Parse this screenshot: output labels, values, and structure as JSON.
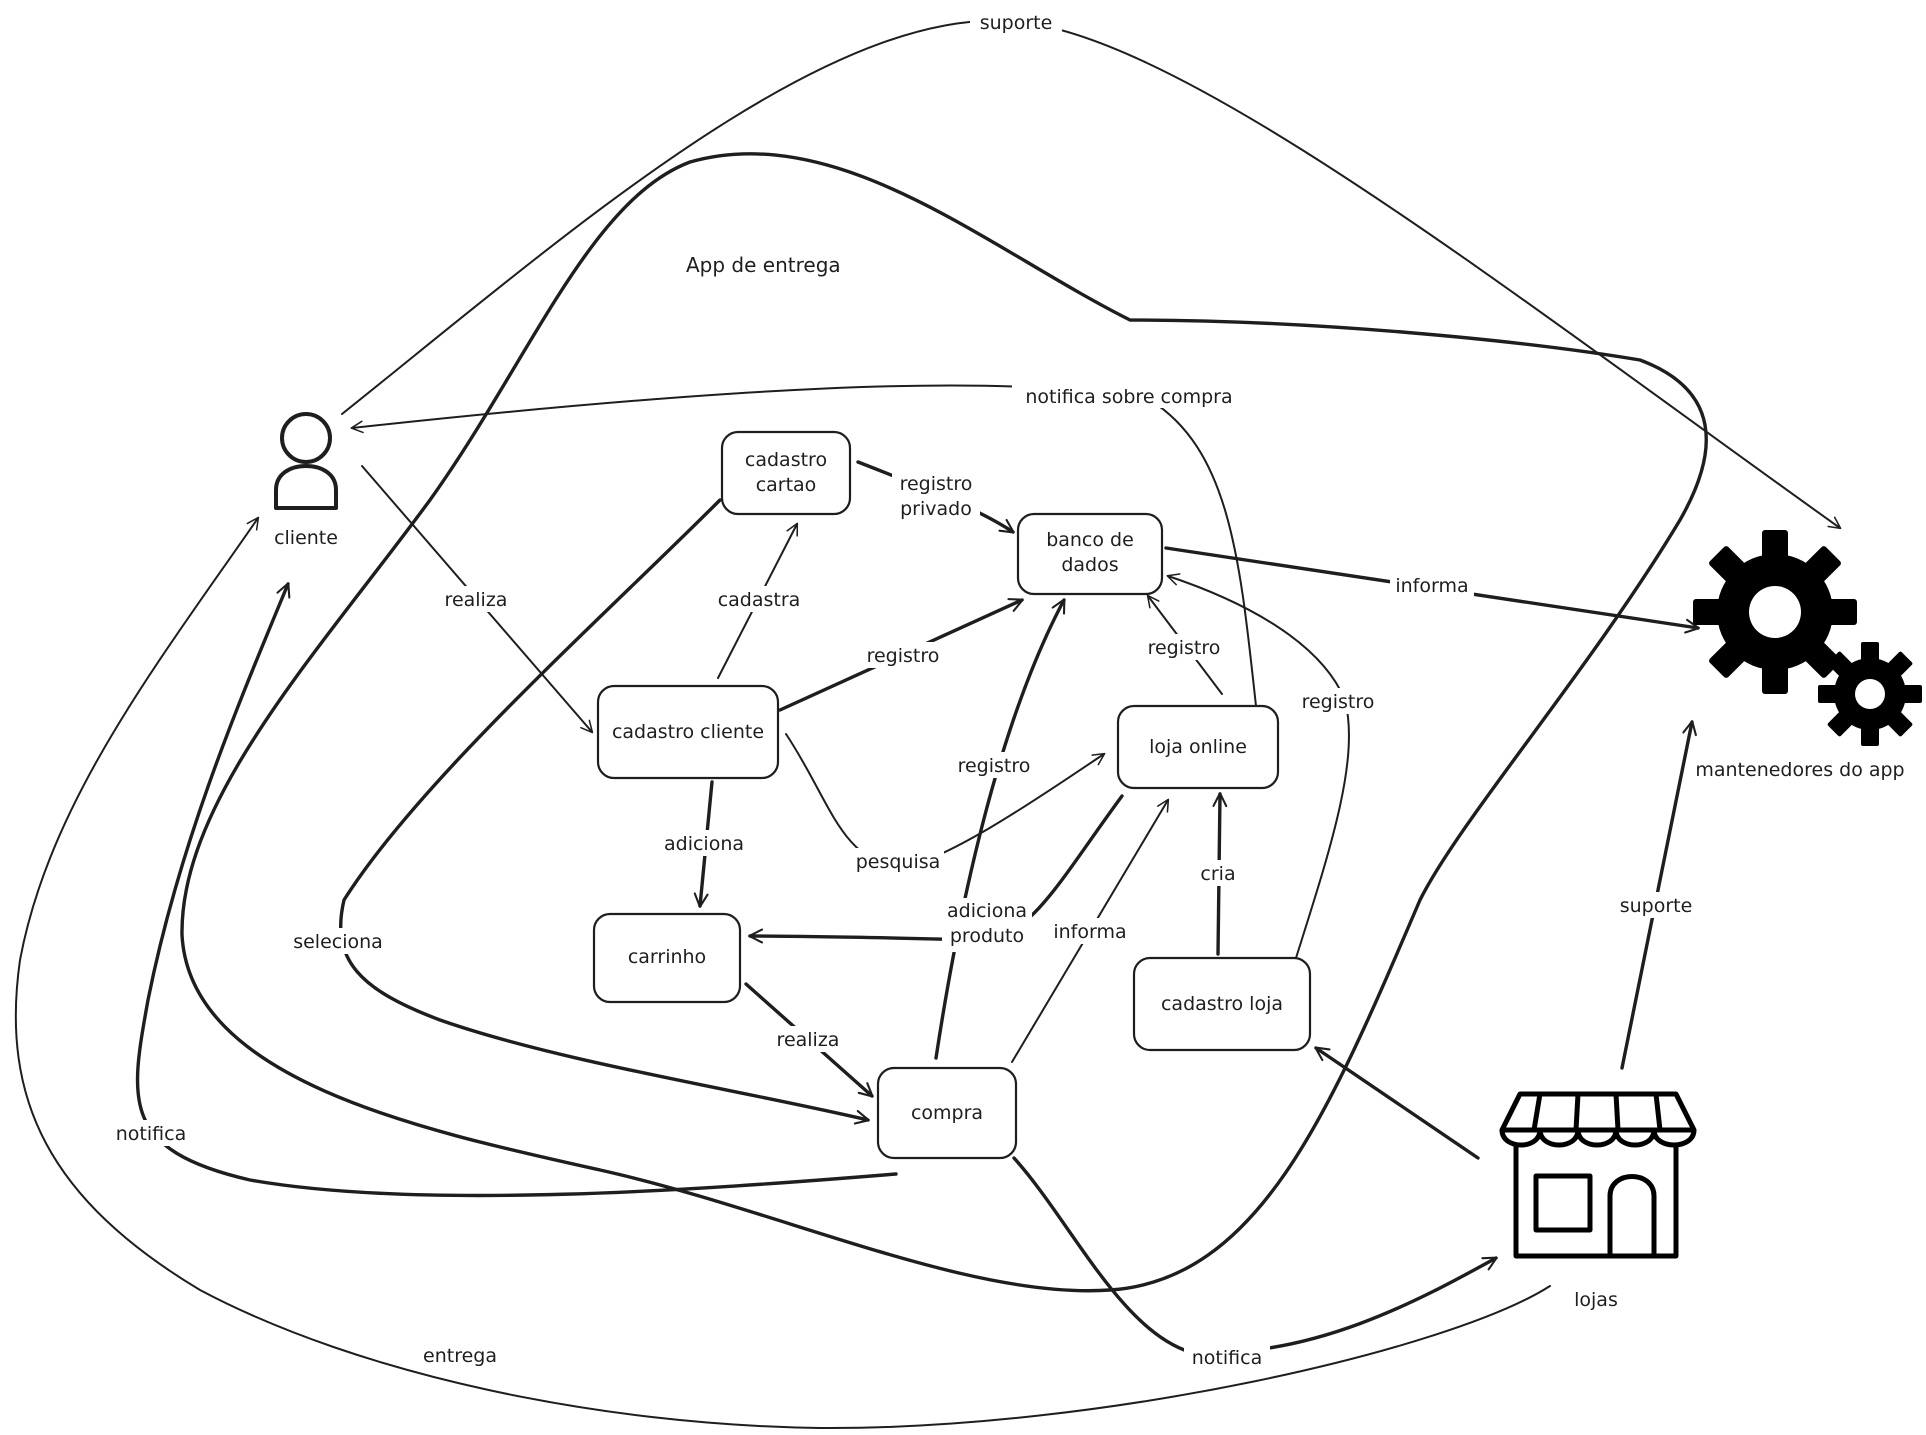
{
  "title": "App de entrega",
  "actors": {
    "cliente": "cliente",
    "mantenedores": "mantenedores do app",
    "lojas": "lojas"
  },
  "nodes": {
    "cadastro_cartao": [
      "cadastro",
      "cartao"
    ],
    "banco_dados": [
      "banco de",
      "dados"
    ],
    "cadastro_cliente": [
      "cadastro cliente"
    ],
    "loja_online": [
      "loja online"
    ],
    "carrinho": [
      "carrinho"
    ],
    "cadastro_loja": [
      "cadastro loja"
    ],
    "compra": [
      "compra"
    ]
  },
  "edge_labels": {
    "suporte_top": "suporte",
    "notifica_sobre_compra": "notifica sobre compra",
    "registro_privado": [
      "registro",
      "privado"
    ],
    "realiza_cliente": "realiza",
    "cadastra": "cadastra",
    "informa_banco": "informa",
    "registro_cliente": "registro",
    "registro_loja_online": "registro",
    "registro_cadastro_loja": "registro",
    "registro_compra": "registro",
    "adiciona": "adiciona",
    "pesquisa": "pesquisa",
    "cria": "cria",
    "adiciona_produto": [
      "adiciona",
      "produto"
    ],
    "informa_compra": "informa",
    "seleciona": "seleciona",
    "realiza_carrinho": "realiza",
    "suporte_lojas": "suporte",
    "notifica_left": "notifica",
    "entrega": "entrega",
    "notifica_bottom": "notifica"
  },
  "icons": {
    "cliente": "person-icon",
    "mantenedores": "gears-icon",
    "lojas": "storefront-icon"
  }
}
